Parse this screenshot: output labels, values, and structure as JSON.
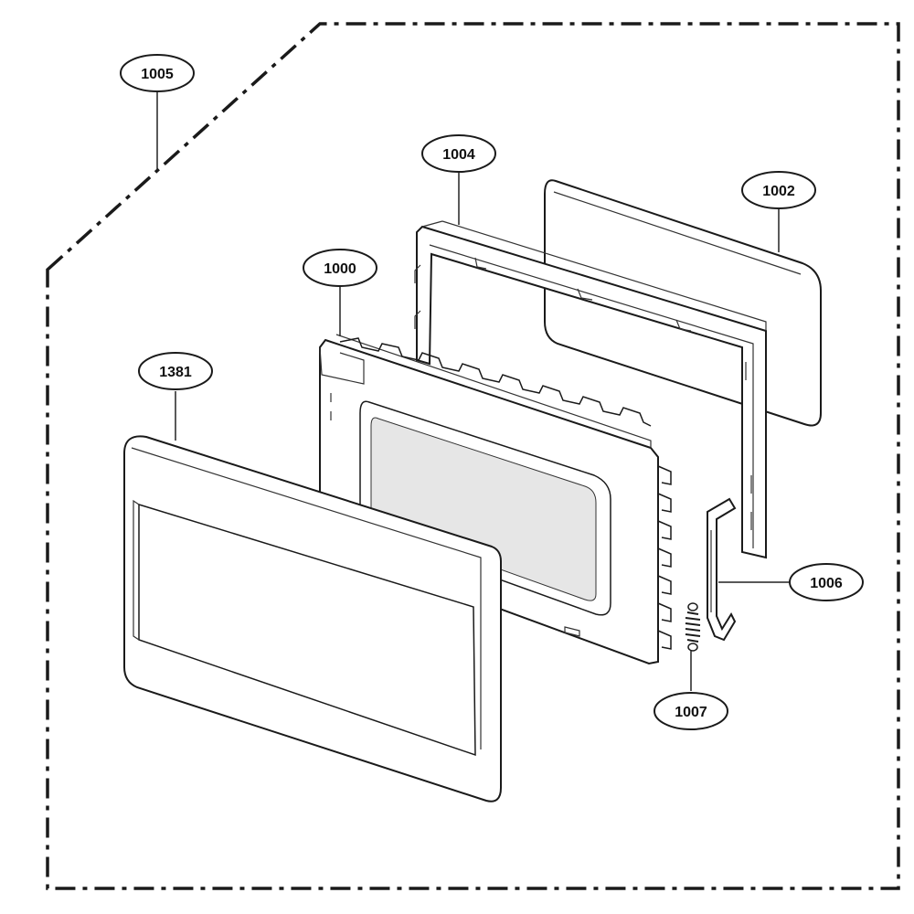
{
  "callouts": {
    "c1005": "1005",
    "c1004": "1004",
    "c1002": "1002",
    "c1000": "1000",
    "c1381": "1381",
    "c1006": "1006",
    "c1007": "1007"
  },
  "colors": {
    "line": "#1a1a1a",
    "window_tint": "#e6e6e6",
    "background": "#ffffff"
  }
}
